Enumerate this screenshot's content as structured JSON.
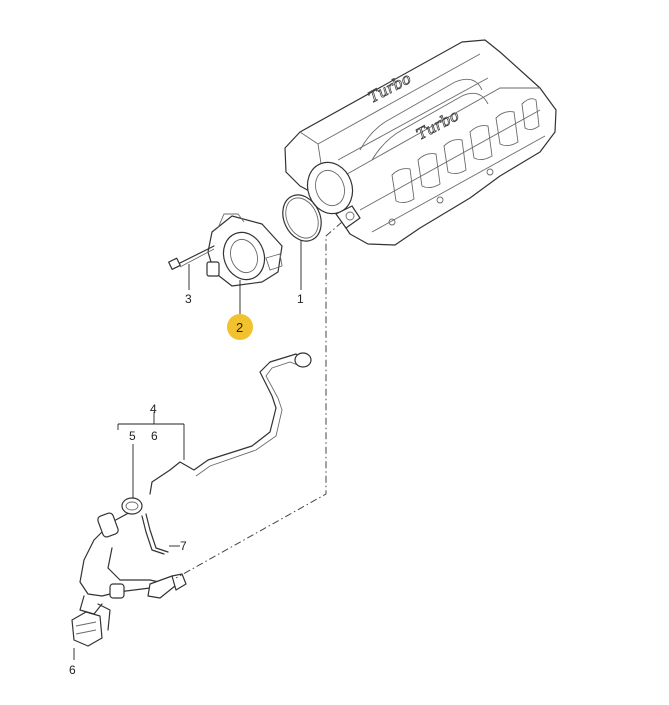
{
  "callouts": {
    "c1": "1",
    "c2": "2",
    "c3": "3",
    "c4": "4",
    "c5": "5",
    "c6a": "6",
    "c6b": "6",
    "c7": "7"
  },
  "branding": {
    "script_top": "Turbo",
    "script_bottom": "Turbo"
  },
  "colors": {
    "highlight": "#f2c12e",
    "line": "#333333"
  }
}
